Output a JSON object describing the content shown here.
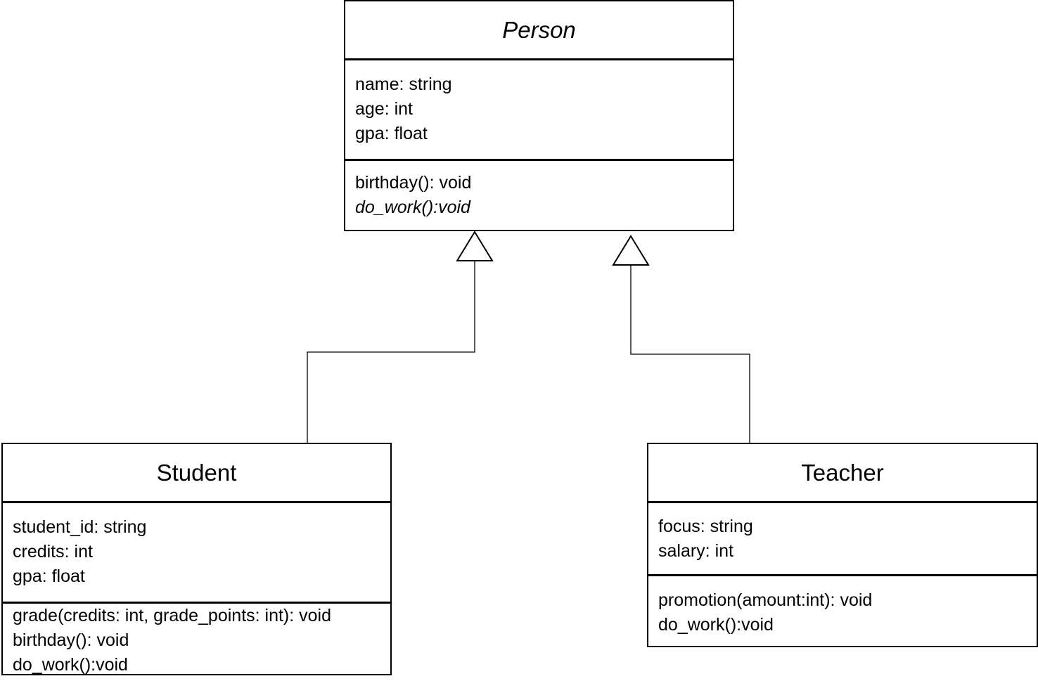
{
  "classes": {
    "person": {
      "name": "Person",
      "attributes": [
        "name: string",
        "age: int",
        "gpa: float"
      ],
      "methods": [
        "birthday(): void",
        "do_work():void"
      ]
    },
    "student": {
      "name": "Student",
      "attributes": [
        "student_id: string",
        "credits: int",
        "gpa: float"
      ],
      "methods": [
        "grade(credits: int, grade_points: int): void",
        "birthday(): void",
        "do_work():void"
      ]
    },
    "teacher": {
      "name": "Teacher",
      "attributes": [
        "focus: string",
        "salary: int"
      ],
      "methods": [
        "promotion(amount:int): void",
        "do_work():void"
      ]
    }
  },
  "relationships": [
    {
      "type": "generalization",
      "from": "Student",
      "to": "Person"
    },
    {
      "type": "generalization",
      "from": "Teacher",
      "to": "Person"
    }
  ],
  "colors": {
    "line": "#000000",
    "background": "#ffffff"
  }
}
